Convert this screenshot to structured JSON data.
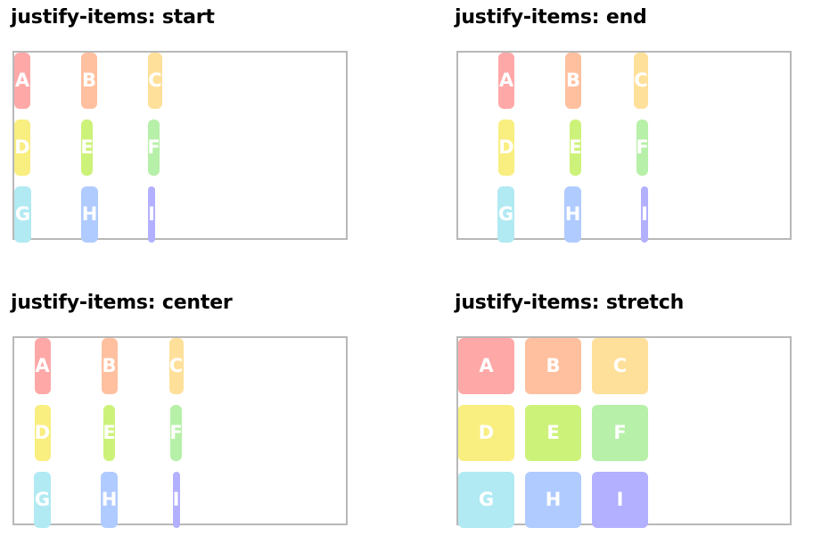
{
  "colors": {
    "A": "#ffa8a8",
    "B": "#ffc09f",
    "C": "#ffe09a",
    "D": "#f9ee80",
    "E": "#cdf27a",
    "F": "#b7f0a8",
    "G": "#b1eaf2",
    "H": "#b0cbff",
    "I": "#b3b0ff",
    "border": "#b8b8b8"
  },
  "demos": [
    {
      "title": "justify-items: start",
      "value": "start",
      "items": [
        "A",
        "B",
        "C",
        "D",
        "E",
        "F",
        "G",
        "H",
        "I"
      ]
    },
    {
      "title": "justify-items: end",
      "value": "end",
      "items": [
        "A",
        "B",
        "C",
        "D",
        "E",
        "F",
        "G",
        "H",
        "I"
      ]
    },
    {
      "title": "justify-items: center",
      "value": "center",
      "items": [
        "A",
        "B",
        "C",
        "D",
        "E",
        "F",
        "G",
        "H",
        "I"
      ]
    },
    {
      "title": "justify-items: stretch",
      "value": "stretch",
      "items": [
        "A",
        "B",
        "C",
        "D",
        "E",
        "F",
        "G",
        "H",
        "I"
      ]
    }
  ]
}
